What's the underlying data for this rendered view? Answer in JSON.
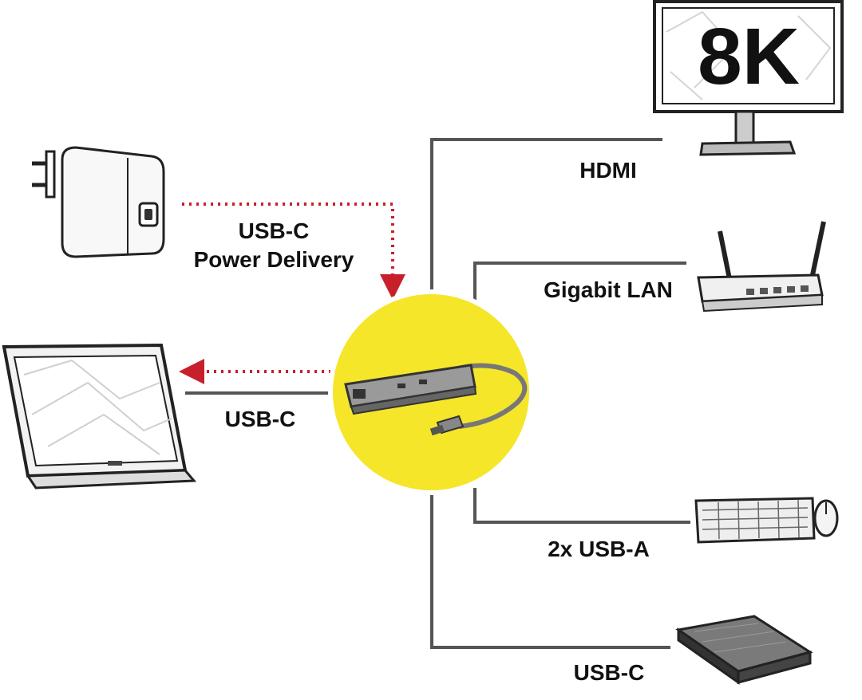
{
  "labels": {
    "power_line1": "USB-C",
    "power_line2": "Power Delivery",
    "laptop": "USB-C",
    "hdmi": "HDMI",
    "lan": "Gigabit LAN",
    "usba": "2x USB-A",
    "usbc_out": "USB-C"
  },
  "monitor": {
    "resolution": "8K"
  },
  "colors": {
    "hub_circle": "#F5E62A",
    "power_flow": "#C8202A",
    "connector_line": "#555555"
  },
  "icons": [
    "power-adapter-icon",
    "laptop-icon",
    "monitor-icon",
    "router-icon",
    "keyboard-icon",
    "mouse-icon",
    "external-drive-icon",
    "usb-c-hub-icon"
  ]
}
